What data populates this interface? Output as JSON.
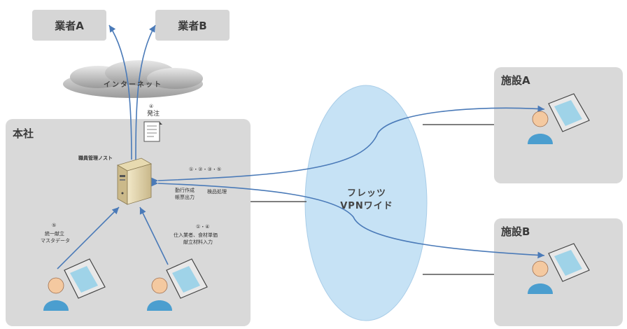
{
  "vendors": [
    "業者A",
    "業者B"
  ],
  "internet_label": "インターネット",
  "hq": {
    "title": "本社",
    "server_label": "職員管理ノスト",
    "doc_num": "④",
    "doc_label": "発注"
  },
  "facilities": [
    "施設A",
    "施設B"
  ],
  "vpn": {
    "line1": "フレッツ",
    "line2": "VPNワイド"
  },
  "flow_labels": {
    "top": "①・②・③・⑤",
    "mid_left_1": "勤行作成",
    "mid_left_2": "帳票出力",
    "mid_right": "検品処理",
    "client_left_1": "⑤",
    "client_left_2": "統一献立",
    "client_left_3": "マスタデータ",
    "client_right_1": "①・④",
    "client_right_2": "仕入業者、食材単価",
    "client_right_3": "献立材料入力"
  }
}
